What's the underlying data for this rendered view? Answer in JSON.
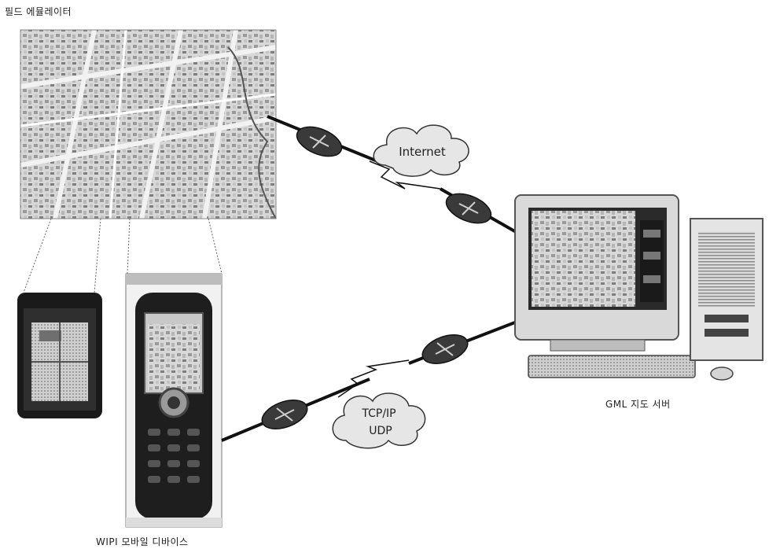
{
  "labels": {
    "top_left": "필드 에뮬레이터",
    "bottom_left": "WIPI 모바일 디바이스",
    "server": "GML 지도 서버"
  },
  "clouds": {
    "internet": "Internet",
    "tcpip": "TCP/IP",
    "udp": "UDP"
  },
  "colors": {
    "line": "#111111",
    "router_fill": "#3a3a3a",
    "cloud_fill": "#e6e6e6",
    "map_bg": "#dcdcdc",
    "device_body": "#1e1e1e"
  }
}
